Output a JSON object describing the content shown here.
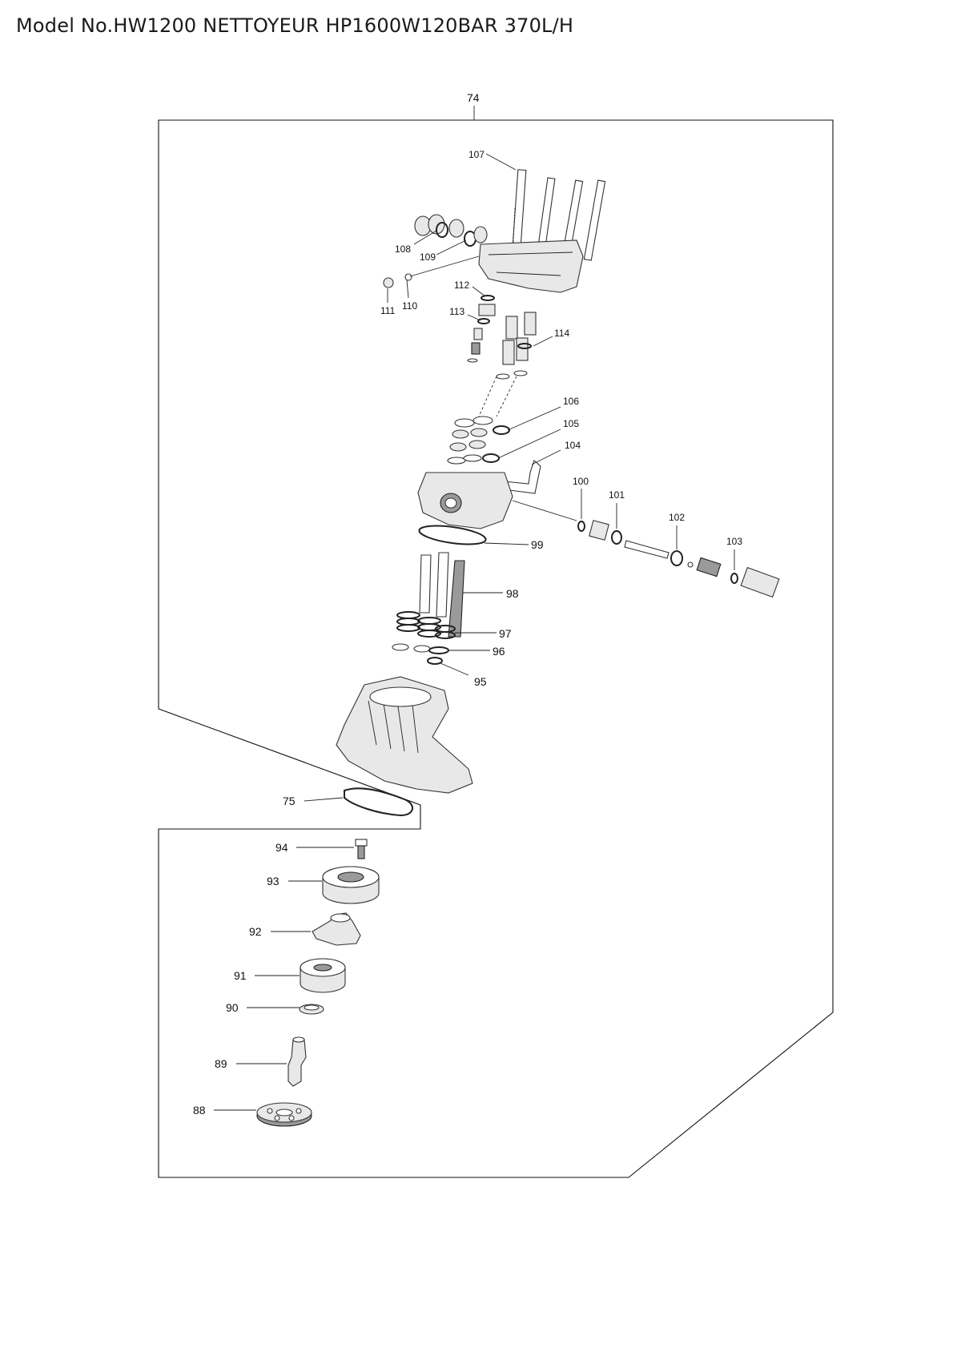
{
  "title": "Model No.HW1200 NETTOYEUR HP1600W120BAR 370L/H",
  "callouts": {
    "p74": "74",
    "p75": "75",
    "p88": "88",
    "p89": "89",
    "p90": "90",
    "p91": "91",
    "p92": "92",
    "p93": "93",
    "p94": "94",
    "p95": "95",
    "p96": "96",
    "p97": "97",
    "p98": "98",
    "p99": "99",
    "p100": "100",
    "p101": "101",
    "p102": "102",
    "p103": "103",
    "p104": "104",
    "p105": "105",
    "p106": "106",
    "p107": "107",
    "p108": "108",
    "p109": "109",
    "p110": "110",
    "p111": "111",
    "p112": "112",
    "p113": "113",
    "p114": "114"
  }
}
